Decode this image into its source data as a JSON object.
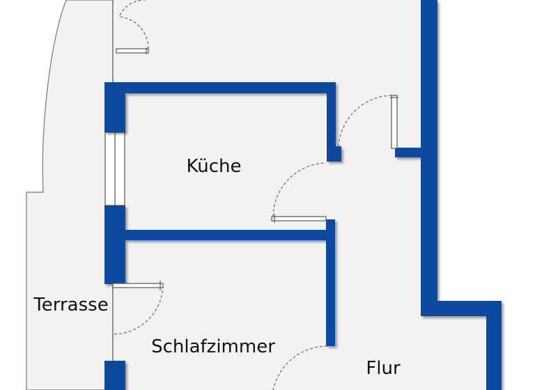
{
  "floor_plan": {
    "colors": {
      "wall": "#0b4a9e",
      "floor": "#f2f2f2",
      "background": "#ffffff",
      "outline": "#555555",
      "label": "#111111"
    },
    "rooms": {
      "kueche": "Küche",
      "schlafzimmer": "Schlafzimmer",
      "flur": "Flur",
      "terrasse": "Terrasse"
    }
  }
}
